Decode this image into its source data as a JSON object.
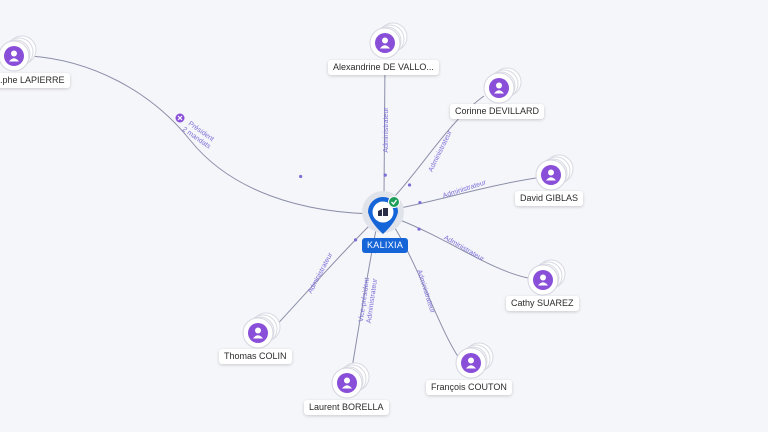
{
  "colors": {
    "background": "#f5f6fa",
    "edge": "#8b8fa8",
    "edge_label": "#7b6fd6",
    "person_icon": "#8a4fd8",
    "company_pin": "#1565d8",
    "verified_badge": "#1e9e5a"
  },
  "company": {
    "name": "KALIXIA",
    "icon": "building-icon",
    "badge_icon": "check-badge-icon"
  },
  "people": [
    {
      "id": "lapierre",
      "name": "...phe LAPIERRE",
      "relation": "Président",
      "relation_sub": "2 mandats"
    },
    {
      "id": "devallo",
      "name": "Alexandrine DE VALLO...",
      "relation": "Administrateur"
    },
    {
      "id": "devillard",
      "name": "Corinne DEVILLARD",
      "relation": "Administrateur"
    },
    {
      "id": "giblas",
      "name": "David GIBLAS",
      "relation": "Administrateur"
    },
    {
      "id": "suarez",
      "name": "Cathy SUAREZ",
      "relation": "Administrateur"
    },
    {
      "id": "couton",
      "name": "François COUTON",
      "relation": "Administrateur"
    },
    {
      "id": "borella",
      "name": "Laurent BORELLA",
      "relation": "Vice-président",
      "relation_sub": "Administrateur"
    },
    {
      "id": "colin",
      "name": "Thomas COLIN",
      "relation": "Administrateur"
    }
  ]
}
